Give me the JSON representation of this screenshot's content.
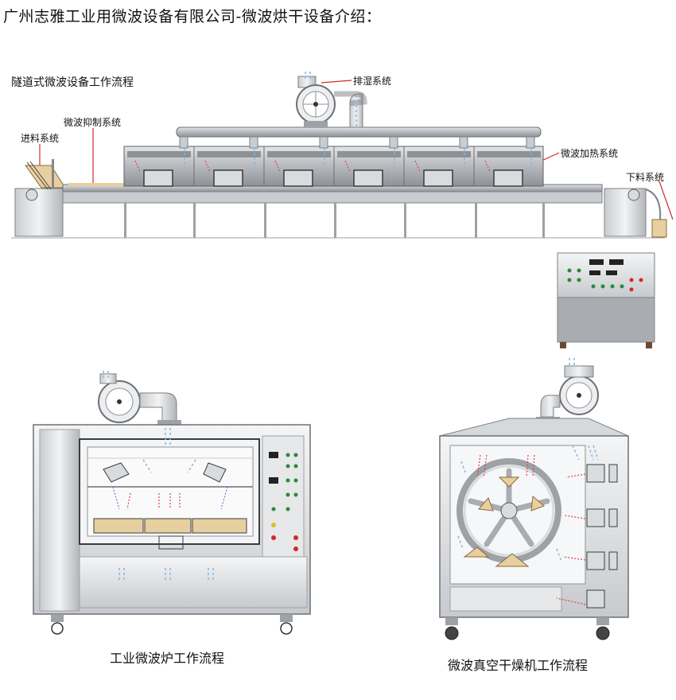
{
  "page_title": "广州志雅工业用微波设备有限公司-微波烘干设备介绍：",
  "tunnel": {
    "title": "隧道式微波设备工作流程",
    "labels": {
      "exhaust": "排湿系统",
      "suppress": "微波抑制系统",
      "feed": "进料系统",
      "heating": "微波加热系统",
      "discharge": "下料系统"
    }
  },
  "oven_caption": "工业微波炉工作流程",
  "vacuum_caption": "微波真空干燥机工作流程",
  "colors": {
    "steel": "#b9bcc0",
    "steel_dark": "#7d8084",
    "airflow": "#7fb8e6",
    "microwave": "#e0443b",
    "leader": "#d62828",
    "material": "#e8cfa0"
  }
}
